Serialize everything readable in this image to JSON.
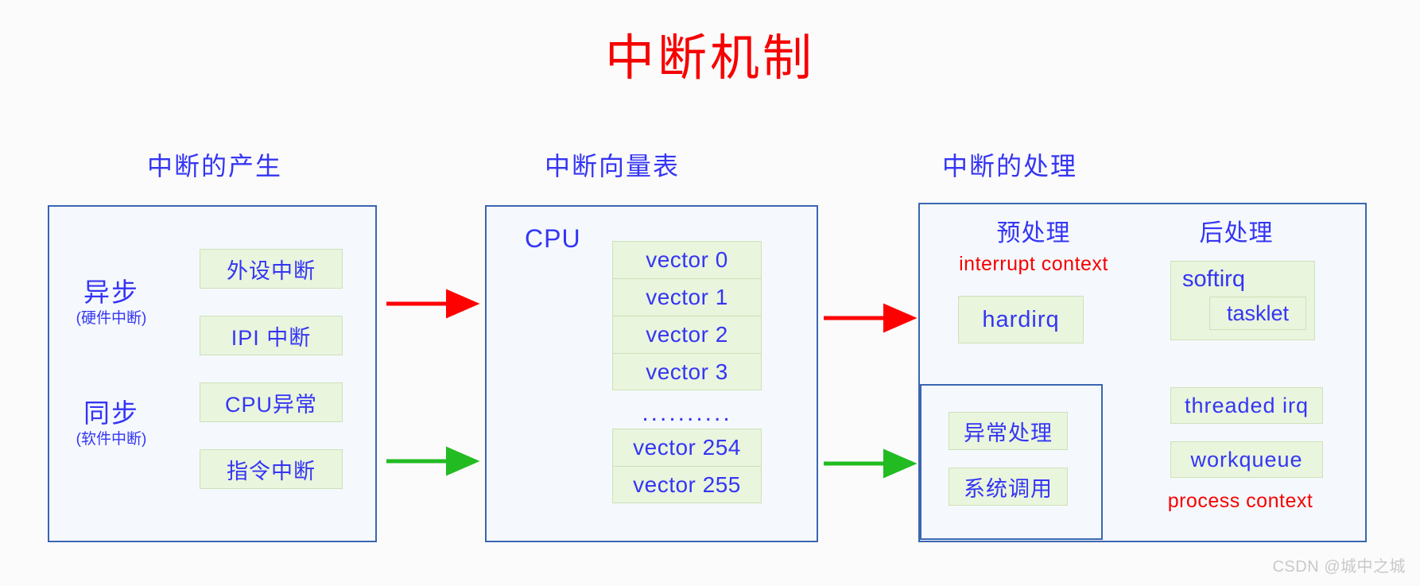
{
  "title": "中断机制",
  "colors": {
    "title_red": "#f70000",
    "text_blue": "#3535f5",
    "panel_border": "#3a66b0",
    "panel_fill": "#f5f9fd",
    "green_fill": "#e9f5dc",
    "green_border": "#cfe0bb",
    "arrow_red": "#ff0000",
    "arrow_green": "#22bb22",
    "arrow_navy": "#1f3f9e",
    "brace_blue": "#5b9bd5",
    "watermark_gray": "#c9c9c9"
  },
  "sections": {
    "left": {
      "heading": "中断的产生",
      "groups": [
        {
          "name": "异步",
          "sub": "(硬件中断)",
          "items": [
            "外设中断",
            "IPI 中断"
          ]
        },
        {
          "name": "同步",
          "sub": "(软件中断)",
          "items": [
            "CPU异常",
            "指令中断"
          ]
        }
      ]
    },
    "middle": {
      "heading": "中断向量表",
      "cpu_label": "CPU",
      "vectors_top": [
        "vector  0",
        "vector  1",
        "vector  2",
        "vector  3"
      ],
      "ellipsis": "..........",
      "vectors_bottom": [
        "vector 254",
        "vector 255"
      ]
    },
    "right": {
      "heading": "中断的处理",
      "subheads": {
        "pre": "预处理",
        "post": "后处理"
      },
      "notes": {
        "interrupt": "interrupt context",
        "process": "process context"
      },
      "hardirq": "hardirq",
      "softirq": "softirq",
      "tasklet": "tasklet",
      "threaded_irq": "threaded irq",
      "workqueue": "workqueue",
      "sync_items": [
        "异常处理",
        "系统调用"
      ]
    }
  },
  "watermark": "CSDN @城中之城"
}
